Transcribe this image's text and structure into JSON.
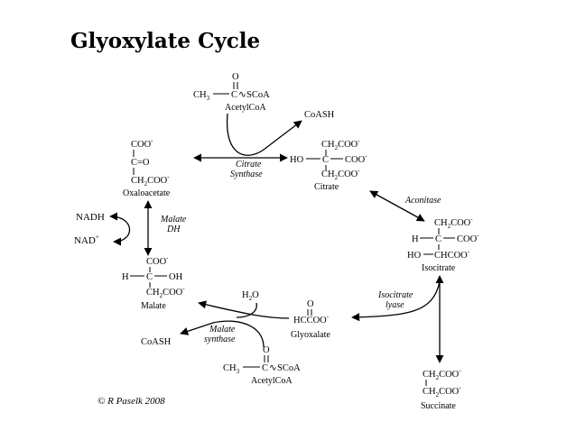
{
  "title": "Glyoxylate Cycle",
  "credit": "© R Paselk 2008",
  "molecules": {
    "acetylcoa_top": {
      "o": "O",
      "ch3": "CH",
      "ch3_sub": "3",
      "c": "C",
      "wavy": "∿",
      "scoa": "SCoA",
      "name": "AcetylCoA"
    },
    "coash_top": "CoASH",
    "oxaloacetate": {
      "coo": "COO",
      "co": "C=O",
      "ch2coo": "CH",
      "ch2coo_tail": "COO",
      "name": "Oxaloacetate"
    },
    "citrate": {
      "ch2coo_top": "CH",
      "ho": "HO",
      "c": "C",
      "coo": "COO",
      "ch2coo_bot": "CH",
      "name": "Citrate"
    },
    "isocitrate": {
      "ch2coo": "CH",
      "h": "H",
      "c": "C",
      "coo": "COO",
      "ho": "HO",
      "chcoo": "CHCOO",
      "name": "Isocitrate"
    },
    "malate": {
      "coo": "COO",
      "h": "H",
      "c": "C",
      "oh": "OH",
      "ch2coo": "CH",
      "name": "Malate"
    },
    "glyoxalate": {
      "o": "O",
      "hccoo": "HCCOO",
      "name": "Glyoxalate"
    },
    "succinate": {
      "ch2coo_top": "CH",
      "ch2coo_bot": "CH",
      "name": "Succinate"
    },
    "acetylcoa_bottom": {
      "o": "O",
      "ch3": "CH",
      "ch3_sub": "3",
      "c": "C",
      "wavy": "∿",
      "scoa": "SCoA",
      "name": "AcetylCoA"
    },
    "h2o": {
      "h": "H",
      "sub": "2",
      "o": "O"
    },
    "coash_bottom": "CoASH",
    "sub2": "2",
    "coo_tail": "COO",
    "minus": "-"
  },
  "enzymes": {
    "citrate_synthase": [
      "Citrate",
      "Synthase"
    ],
    "aconitase": "Aconitase",
    "isocitrate_lyase": [
      "Isocitrate",
      "lyase"
    ],
    "malate_synthase": [
      "Malate",
      "synthase"
    ],
    "malate_dh": [
      "Malate",
      "DH"
    ]
  },
  "cofactors": {
    "nadh": "NADH",
    "nad": "NAD",
    "nad_charge": "+"
  }
}
